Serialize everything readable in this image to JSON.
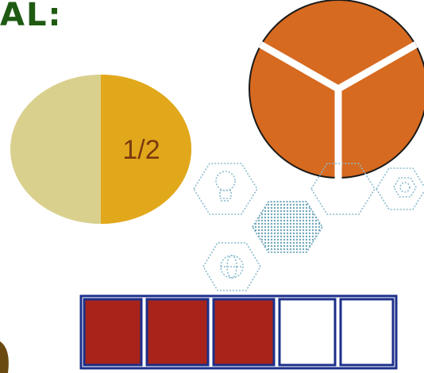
{
  "heading": {
    "text": "AL:"
  },
  "half_circle": {
    "label": "1/2",
    "shaded_fraction": 0.5,
    "left_color": "#dad08e",
    "right_color": "#e2a81b"
  },
  "thirds_circle": {
    "parts": 3,
    "color": "#d66a20"
  },
  "bar_model": {
    "parts": 5,
    "shaded_parts": 3,
    "fill_color": "#a8231a",
    "border_color": "#1c2f8a"
  },
  "decoration": {
    "pattern": "hexagon-icons",
    "color": "#7fb0c4"
  }
}
